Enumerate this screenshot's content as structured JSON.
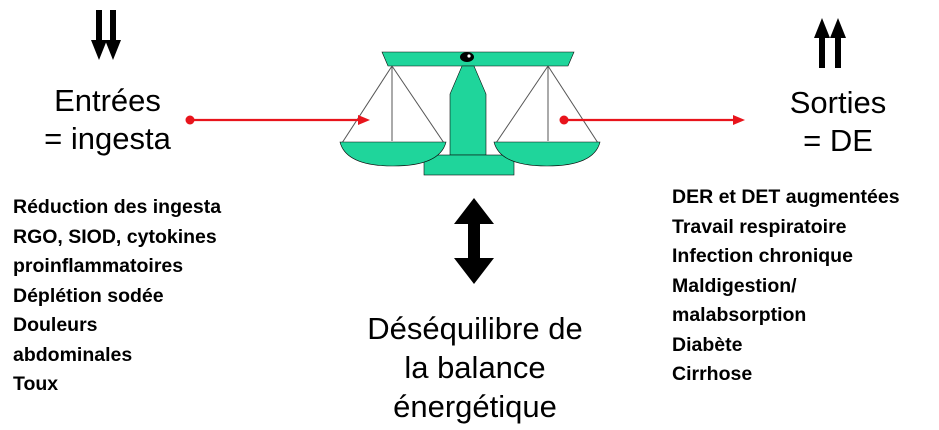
{
  "left": {
    "heading_line1": "Entrées",
    "heading_line2": "= ingesta",
    "items": [
      "Réduction des ingesta",
      "RGO, SIOD, cytokines",
      "proinflammatoires",
      "Déplétion sodée",
      "Douleurs",
      "abdominales",
      "Toux"
    ]
  },
  "right": {
    "heading_line1": "Sorties",
    "heading_line2": "= DE",
    "items": [
      "DER et DET augmentées",
      "Travail respiratoire",
      "Infection chronique",
      "Maldigestion/",
      "malabsorption",
      "Diabète",
      "Cirrhose"
    ]
  },
  "bottom": {
    "line1": "Déséquilibre de",
    "line2": "la balance",
    "line3": "énergétique"
  },
  "colors": {
    "scale": "#1fd59b",
    "arrow_red": "#e8141c",
    "arrow_black": "#000000"
  },
  "icons": {
    "left_arrows": "double-down-arrow-icon",
    "right_arrows": "double-up-arrow-icon",
    "center_arrow": "up-down-arrow-icon",
    "scale": "balance-scale-icon"
  }
}
